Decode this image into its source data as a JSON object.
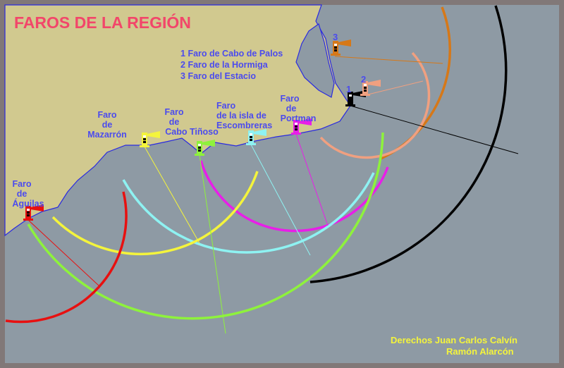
{
  "title": "FAROS DE LA REGIÓN",
  "legend": [
    {
      "num": "1",
      "text": "Faro de Cabo de Palos"
    },
    {
      "num": "2",
      "text": "Faro de la Hormiga"
    },
    {
      "num": "3",
      "text": "Faro del Estacio"
    }
  ],
  "markers": {
    "one": "1",
    "two": "2",
    "three": "3"
  },
  "labels": {
    "mazarron": [
      "Faro",
      "de",
      "Mazarrón"
    ],
    "tinoso": [
      "Faro",
      "de",
      "Cabo Tiñoso"
    ],
    "escombreras": [
      "Faro",
      "de la isla de",
      "Escombreras"
    ],
    "portman": [
      "Faro",
      "de",
      "Portman"
    ],
    "aguilas": [
      "Faro",
      "de",
      "Águilas"
    ]
  },
  "credit": [
    "Derechos Juan Carlos Calvín",
    "Ramón Alarcón"
  ],
  "colors": {
    "land": "#d1c98f",
    "sea": "#8e9aa4",
    "coast": "#2a2ae0",
    "frame": "#817878",
    "palos": "#000000",
    "hormiga": "#f0a080",
    "estacio": "#d67818",
    "portman": "#e81ee8",
    "escombreras": "#8ef2f2",
    "mazarron": "#f4f43c",
    "tinoso": "#8ef23c",
    "aguilas": "#e81010"
  }
}
